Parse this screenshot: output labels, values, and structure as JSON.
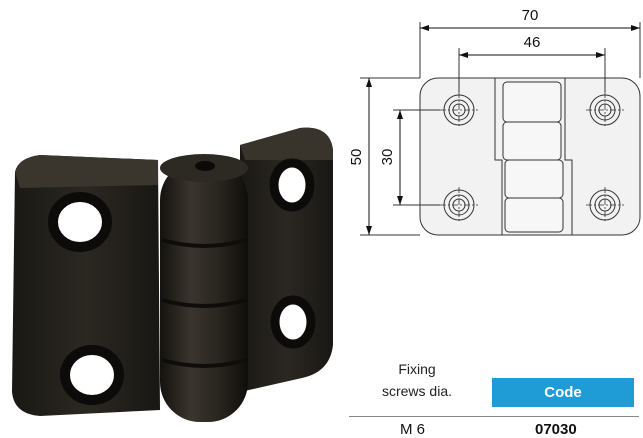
{
  "dimensions": {
    "overall_width": "70",
    "hole_spacing_horizontal": "46",
    "overall_height": "50",
    "hole_spacing_vertical": "30"
  },
  "table": {
    "header_label_line1": "Fixing",
    "header_label_line2": "screws dia.",
    "code_header": "Code",
    "rows": [
      {
        "screw_dia": "M 6",
        "code": "07030"
      }
    ]
  },
  "colors": {
    "code_header_bg": "#1f9bd6",
    "drawing_fill": "#f2f2f2",
    "hinge_body": "#2a2722"
  }
}
